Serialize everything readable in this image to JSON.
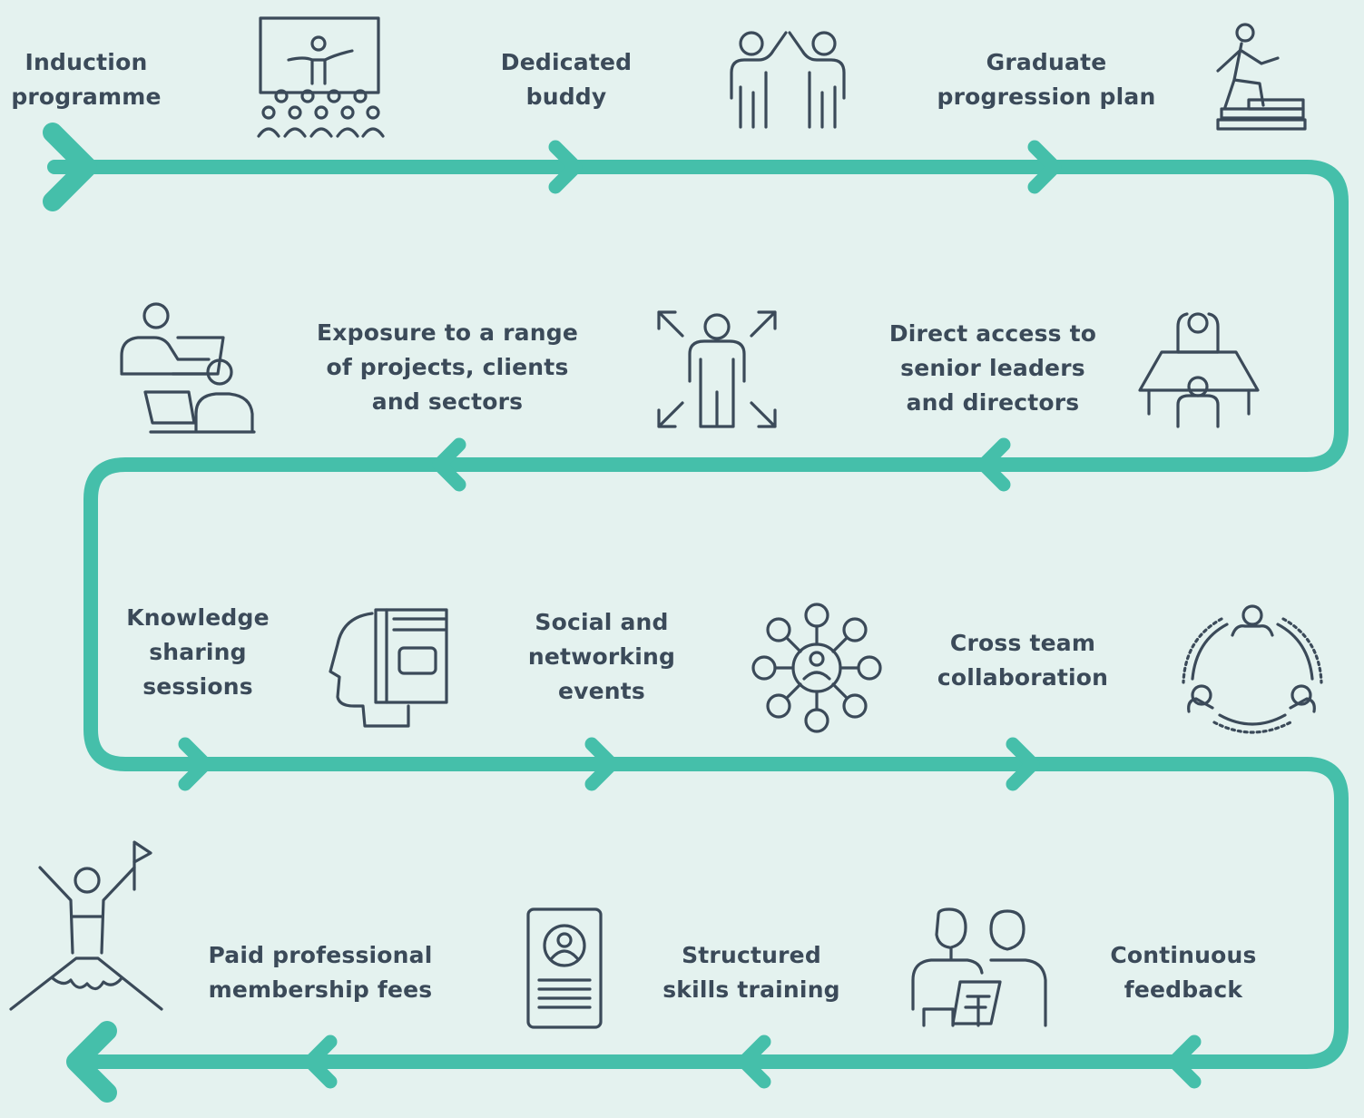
{
  "colors": {
    "background": "#e4f2ef",
    "path": "#45bfaa",
    "ink": "#3b4a59"
  },
  "steps": [
    {
      "id": "induction",
      "lines": [
        "Induction",
        "programme"
      ],
      "icon": "presentation-audience-icon"
    },
    {
      "id": "buddy",
      "lines": [
        "Dedicated",
        "buddy"
      ],
      "icon": "high-five-icon"
    },
    {
      "id": "progression",
      "lines": [
        "Graduate",
        "progression plan"
      ],
      "icon": "person-climbing-books-icon"
    },
    {
      "id": "senior",
      "lines": [
        "Direct access to",
        "senior leaders",
        "and directors"
      ],
      "icon": "meeting-desk-icon"
    },
    {
      "id": "exposure",
      "lines": [
        "Exposure to a range",
        "of projects, clients",
        "and sectors"
      ],
      "icon": "person-expand-arrows-icon"
    },
    {
      "id": "online",
      "lines": [],
      "icon": "online-learning-icon"
    },
    {
      "id": "knowledge",
      "lines": [
        "Knowledge",
        "sharing",
        "sessions"
      ],
      "icon": "head-book-icon"
    },
    {
      "id": "social",
      "lines": [
        "Social and",
        "networking",
        "events"
      ],
      "icon": "network-hub-icon"
    },
    {
      "id": "crossteam",
      "lines": [
        "Cross team",
        "collaboration"
      ],
      "icon": "team-circle-icon"
    },
    {
      "id": "feedback",
      "lines": [
        "Continuous",
        "feedback"
      ],
      "icon": "two-people-clipboard-icon"
    },
    {
      "id": "skills",
      "lines": [
        "Structured",
        "skills training"
      ],
      "icon": "profile-document-icon"
    },
    {
      "id": "membership",
      "lines": [
        "Paid professional",
        "membership fees"
      ],
      "icon": "summit-flag-icon"
    }
  ]
}
